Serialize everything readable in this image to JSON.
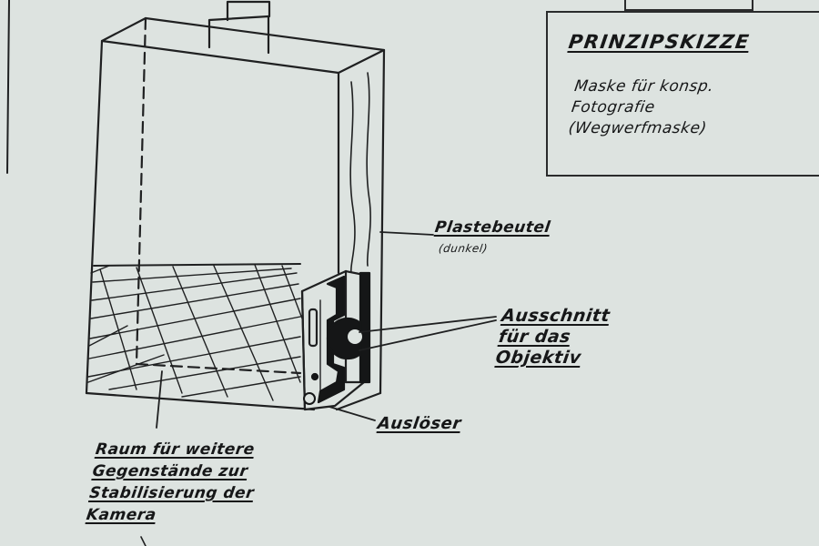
{
  "title_box": {
    "heading": "PRINZIPSKIZZE",
    "description": "Maske für konsp.\nFotografie\n(Wegwerfmaske)"
  },
  "labels": {
    "bag": "Plastebeutel",
    "bag_note": "(dunkel)",
    "cutout": "Ausschnitt\nfür das\nObjektiv",
    "trigger": "Auslöser",
    "space": "Raum für weitere\nGegenstände zur\nStabilisierung der\nKamera"
  },
  "colors": {
    "paper": "#dde3e0",
    "ink": "#1b1c1d"
  }
}
